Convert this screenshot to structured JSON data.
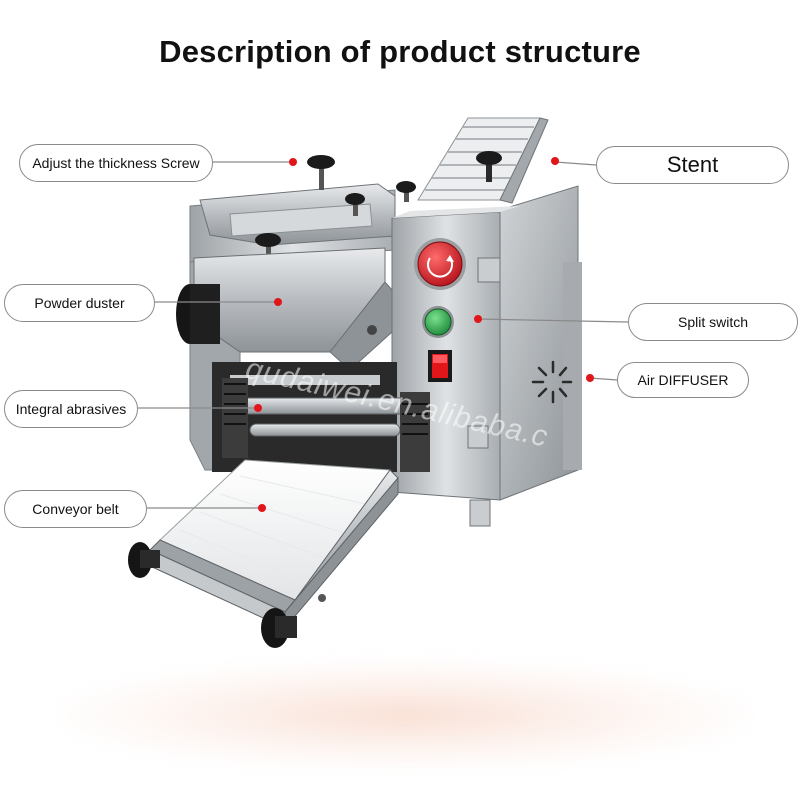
{
  "title": "Description of product structure",
  "watermark": "qudaiwei.en.alibaba.c",
  "labels": {
    "thickness_screw": "Adjust the thickness Screw",
    "powder_duster": "Powder duster",
    "integral_abrasives": "Integral abrasives",
    "conveyor_belt": "Conveyor belt",
    "stent": "Stent",
    "split_switch": "Split switch",
    "air_diffuser": "Air DIFFUSER"
  },
  "colors": {
    "marker_red": "#e0161b",
    "stop_button": "#d8222a",
    "start_button": "#2aa64a",
    "steel": "#b9bdc1"
  }
}
